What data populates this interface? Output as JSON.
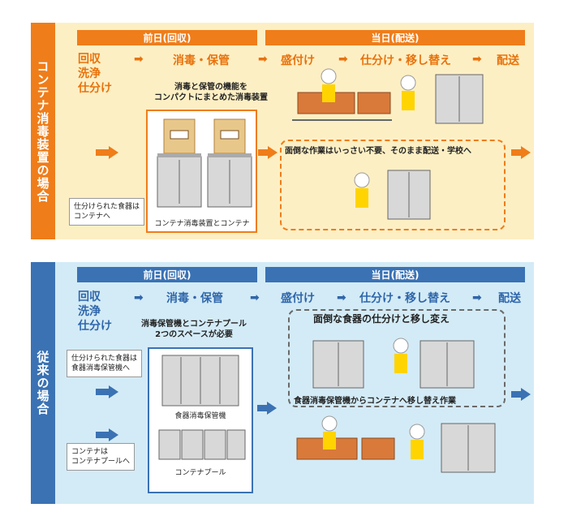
{
  "top": {
    "side_title": "コンテナ消毒装置の場合",
    "header_prev": "前日(回収)",
    "header_day": "当日(配送)",
    "steps": [
      "回収",
      "洗浄",
      "仕分け",
      "消毒・保管",
      "盛付け",
      "仕分け・移し替え",
      "配送"
    ],
    "arrow": "➡",
    "callout": "消毒と保管の機能を\nコンパクトにまとめた消毒装置",
    "note": "仕分けられた食器は\nコンテナへ",
    "machine_label": "コンテナ消毒装置とコンテナ",
    "dashed_caption": "面倒な作業はいっさい不要、そのまま配送・学校へ"
  },
  "bottom": {
    "side_title": "従来の場合",
    "header_prev": "前日(回収)",
    "header_day": "当日(配送)",
    "steps": [
      "回収",
      "洗浄",
      "仕分け",
      "消毒・保管",
      "盛付け",
      "仕分け・移し替え",
      "配送"
    ],
    "callout": "消毒保管機とコンテナプール\n2つのスペースが必要",
    "note1": "仕分けられた食器は\n食器消毒保管機へ",
    "note2": "コンテナは\nコンテナプールへ",
    "machine1_label": "食器消毒保管機",
    "machine2_label": "コンテナプール",
    "dashed_title": "面倒な食器の仕分けと移し変え",
    "dashed_caption": "食器消毒保管機からコンテナへ移し替え作業"
  },
  "colors": {
    "orange": "#ef7d1a",
    "blue": "#3a72b4",
    "top_bg": "#fdefc4",
    "bottom_bg": "#d3ebf6"
  }
}
